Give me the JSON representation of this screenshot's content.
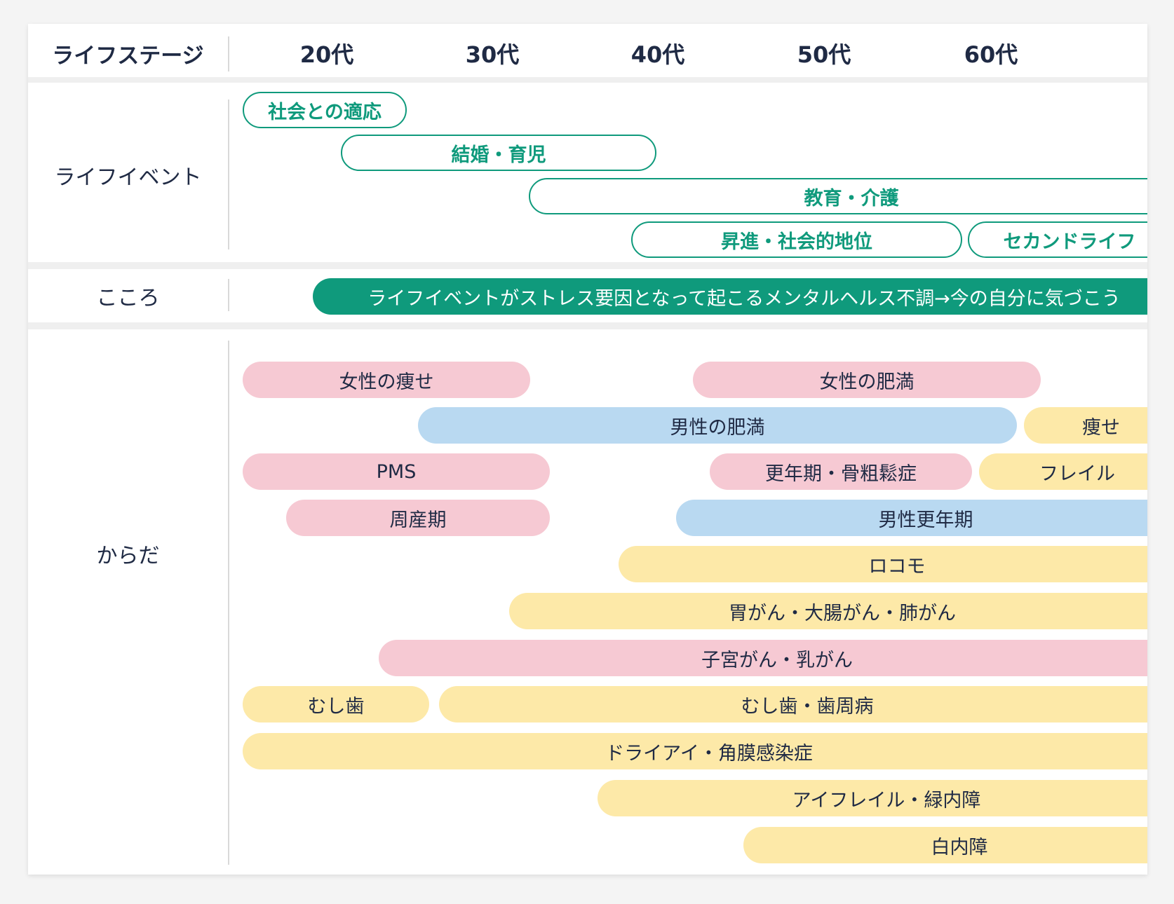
{
  "header": {
    "stage_label": "ライフステージ",
    "decades": [
      "20代",
      "30代",
      "40代",
      "50代",
      "60代"
    ]
  },
  "rows": {
    "life_event": "ライフイベント",
    "kokoro": "こころ",
    "karada": "からだ"
  },
  "colors": {
    "teal": "#0f9a7c",
    "pink": "#f6c9d3",
    "blue": "#b9d9f1",
    "yellow": "#fde9a8"
  },
  "life_events": [
    {
      "label": "社会との適応"
    },
    {
      "label": "結婚・育児"
    },
    {
      "label": "教育・介護"
    },
    {
      "label": "昇進・社会的地位"
    },
    {
      "label": "セカンドライフ"
    }
  ],
  "kokoro_bar": {
    "label": "ライフイベントがストレス要因となって起こるメンタルヘルス不調→今の自分に気づこう"
  },
  "karada_bars": [
    {
      "label": "女性の痩せ",
      "color": "pink"
    },
    {
      "label": "女性の肥満",
      "color": "pink"
    },
    {
      "label": "男性の肥満",
      "color": "blue"
    },
    {
      "label": "痩せ",
      "color": "yellow"
    },
    {
      "label": "PMS",
      "color": "pink"
    },
    {
      "label": "更年期・骨粗鬆症",
      "color": "pink"
    },
    {
      "label": "フレイル",
      "color": "yellow"
    },
    {
      "label": "周産期",
      "color": "pink"
    },
    {
      "label": "男性更年期",
      "color": "blue"
    },
    {
      "label": "ロコモ",
      "color": "yellow"
    },
    {
      "label": "胃がん・大腸がん・肺がん",
      "color": "yellow"
    },
    {
      "label": "子宮がん・乳がん",
      "color": "pink"
    },
    {
      "label": "むし歯",
      "color": "yellow"
    },
    {
      "label": "むし歯・歯周病",
      "color": "yellow"
    },
    {
      "label": "ドライアイ・角膜感染症",
      "color": "yellow"
    },
    {
      "label": "アイフレイル・緑内障",
      "color": "yellow"
    },
    {
      "label": "白内障",
      "color": "yellow"
    }
  ]
}
